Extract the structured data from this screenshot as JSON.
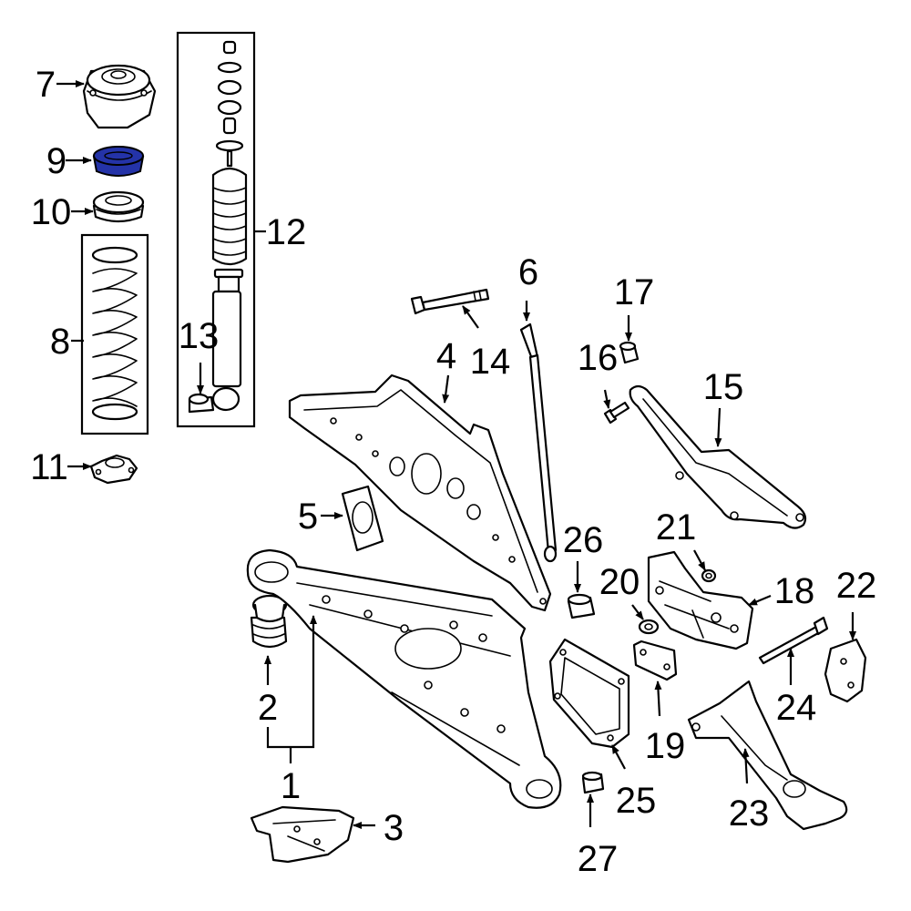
{
  "diagram": {
    "highlight_color": "#2433a8",
    "highlighted_part": "9",
    "callouts": [
      "1",
      "2",
      "3",
      "4",
      "5",
      "6",
      "7",
      "8",
      "9",
      "10",
      "11",
      "12",
      "13",
      "14",
      "15",
      "16",
      "17",
      "18",
      "19",
      "20",
      "21",
      "22",
      "23",
      "24",
      "25",
      "26",
      "27"
    ]
  }
}
